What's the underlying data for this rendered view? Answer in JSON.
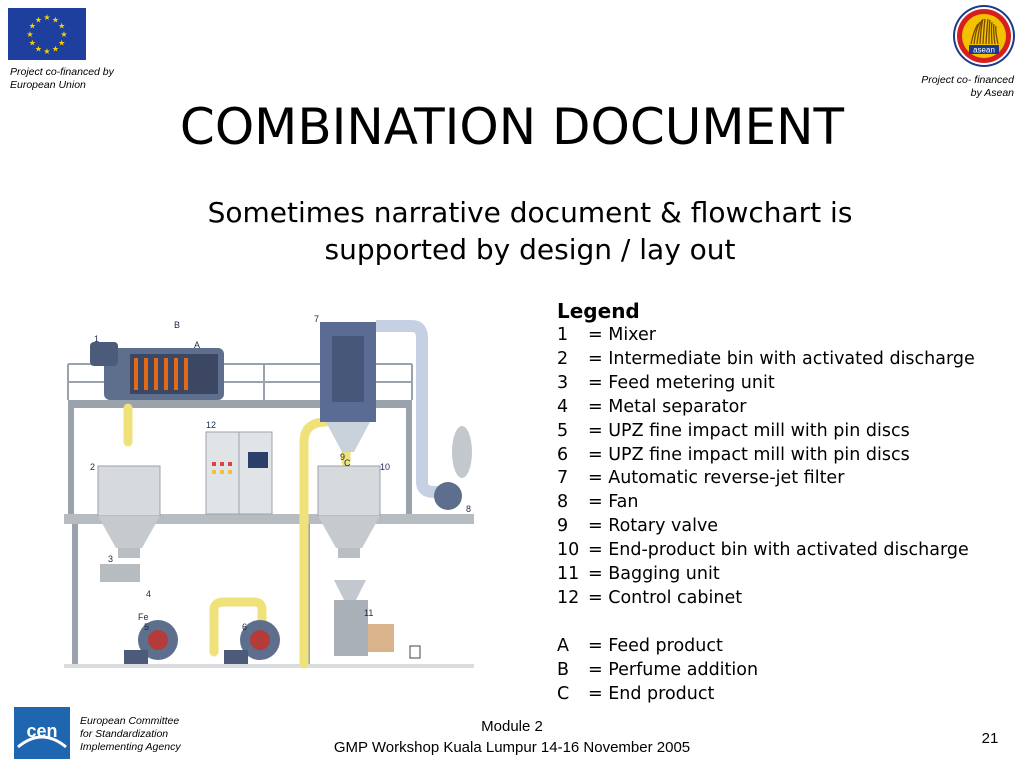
{
  "header": {
    "left_caption": [
      "Project co-financed by",
      "European Union"
    ],
    "right_caption": [
      "Project co- financed",
      "by Asean"
    ],
    "asean_logo_text": "asean"
  },
  "slide": {
    "title": "COMBINATION DOCUMENT",
    "subtitle": [
      "Sometimes narrative document & flowchart is",
      "supported by design / lay out"
    ]
  },
  "diagram": {
    "labels": [
      "1",
      "2",
      "3",
      "4",
      "5",
      "6",
      "7",
      "8",
      "9",
      "10",
      "11",
      "12",
      "A",
      "B",
      "C",
      "Fe"
    ]
  },
  "legend": {
    "title": "Legend",
    "items": [
      {
        "key": "1",
        "text": "= Mixer"
      },
      {
        "key": "2",
        "text": "= Intermediate bin with activated discharge"
      },
      {
        "key": "3",
        "text": "= Feed metering unit"
      },
      {
        "key": "4",
        "text": "= Metal separator"
      },
      {
        "key": "5",
        "text": "= UPZ fine impact mill with pin discs"
      },
      {
        "key": "6",
        "text": "= UPZ fine impact mill with pin discs"
      },
      {
        "key": "7",
        "text": "= Automatic reverse-jet filter"
      },
      {
        "key": "8",
        "text": "= Fan"
      },
      {
        "key": "9",
        "text": "= Rotary valve"
      },
      {
        "key": "10",
        "text": "= End-product bin with activated discharge"
      },
      {
        "key": "11",
        "text": "= Bagging unit"
      },
      {
        "key": "12",
        "text": "= Control cabinet"
      }
    ],
    "letter_items": [
      {
        "key": "A",
        "text": "= Feed product"
      },
      {
        "key": "B",
        "text": "= Perfume addition"
      },
      {
        "key": "C",
        "text": "= End product"
      }
    ]
  },
  "footer": {
    "cen_logo_text": "cen",
    "cen_caption": [
      "European Committee",
      "for Standardization",
      "Implementing Agency"
    ],
    "module": "Module 2",
    "workshop": "GMP Workshop Kuala Lumpur 14-16 November 2005",
    "page_number": "21"
  }
}
